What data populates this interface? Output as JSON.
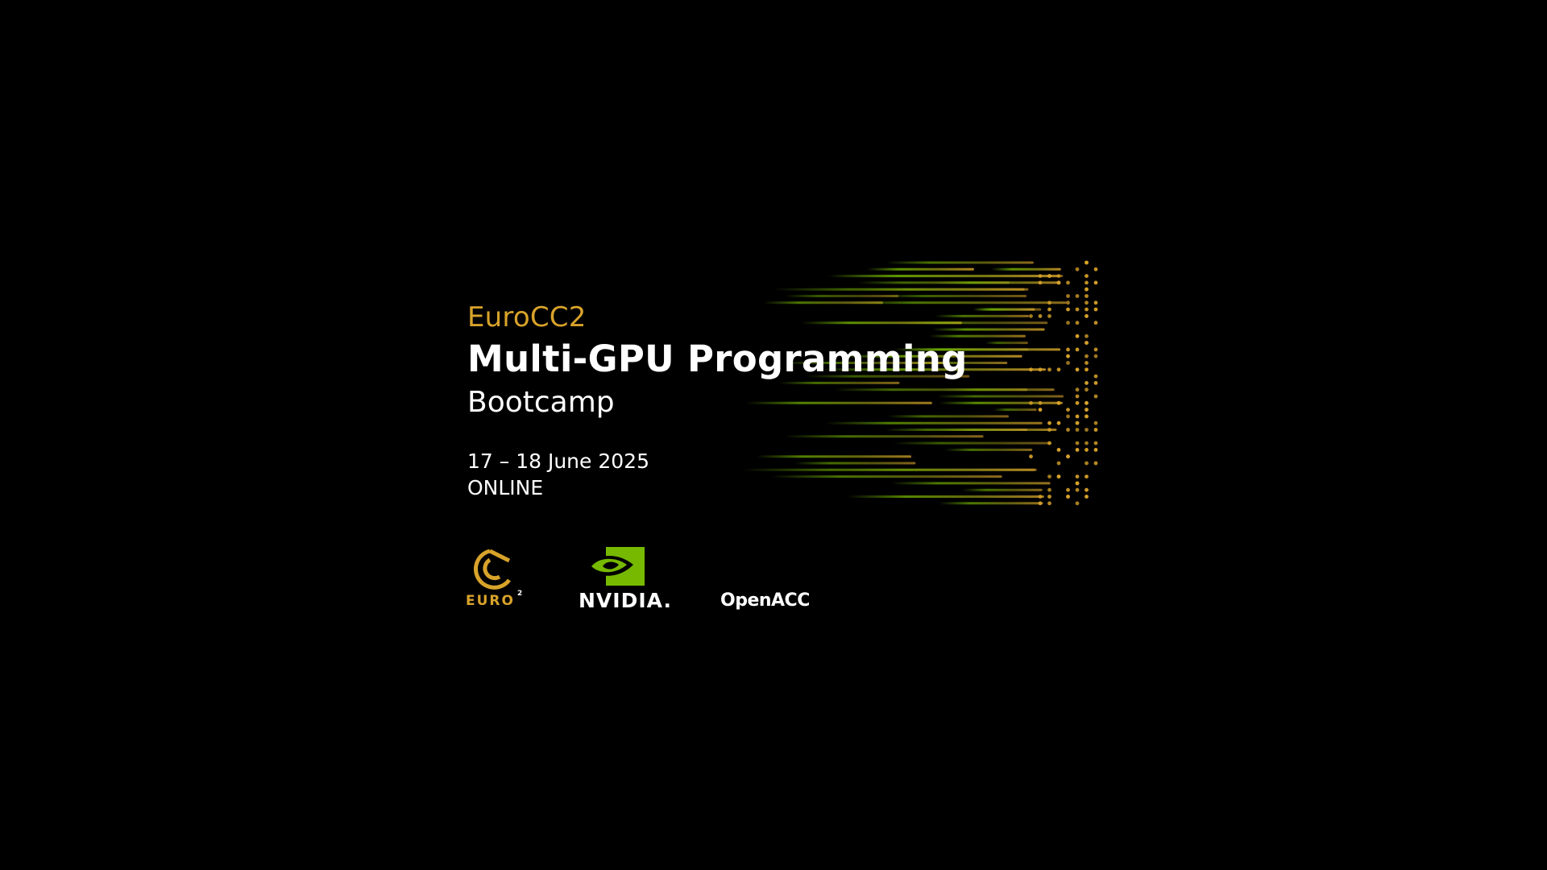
{
  "slide": {
    "org_title": "EuroCC2",
    "main_title": "Multi-GPU Programming",
    "sub_title": "Bootcamp",
    "date": "17 – 18 June 2025",
    "location": "ONLINE"
  },
  "logos": {
    "euro": {
      "text": "EURO",
      "superscript": "2"
    },
    "nvidia": {
      "text": "NVIDIA."
    },
    "openacc": {
      "text": "OpenACC"
    }
  },
  "colors": {
    "background": "#000000",
    "accent_gold": "#d8a32a",
    "accent_green": "#76b900",
    "text": "#ffffff"
  }
}
